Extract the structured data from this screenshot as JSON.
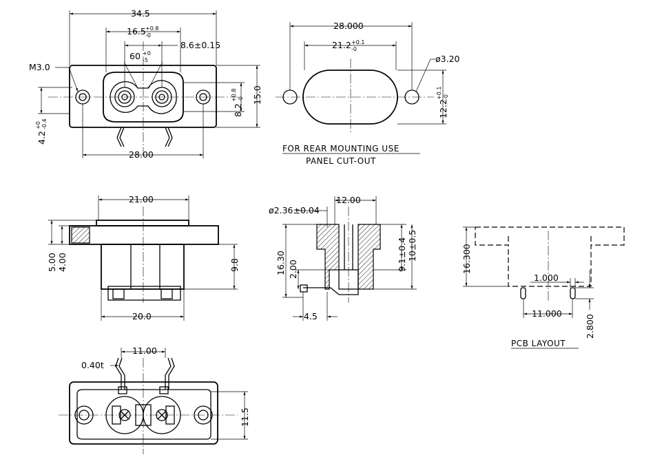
{
  "top_view": {
    "width_total": "34.5",
    "pin_span": "16.5",
    "pin_span_tol_up": "+0.8",
    "pin_span_tol_dn": "-0",
    "pin_gap": "8.6±0.15",
    "angle": "60",
    "angle_tol_up": "+0",
    "angle_tol_dn": "-5",
    "hole": "M3.0",
    "height": "15.0",
    "inner_height": "8.2",
    "inner_height_tol_up": "+0.8",
    "inner_height_tol_dn": "-0",
    "offset": "4.2",
    "offset_tol_up": "+0",
    "offset_tol_dn": "-0.4",
    "mount_span": "28.00"
  },
  "cutout": {
    "hole_span": "28.000",
    "slot_width": "21.2",
    "slot_width_tol_up": "+0.1",
    "slot_width_tol_dn": "-0",
    "hole_dia": "ø3.20",
    "slot_height": "12.2",
    "slot_height_tol_up": "+0.1",
    "slot_height_tol_dn": "-0",
    "caption1": "FOR REAR MOUNTING USE",
    "caption2": "PANEL CUT-OUT"
  },
  "front_view": {
    "top_width": "21.00",
    "bottom_width": "20.0",
    "flange_total": "5.00",
    "flange": "4.00",
    "body_height": "9.8"
  },
  "section_view": {
    "pin_dia": "ø2.36±0.04",
    "top_span": "12.00",
    "height": "16.30",
    "foot": "2.00",
    "inner1": "9.1±0.4",
    "inner2": "10±0.5",
    "base": "4.5"
  },
  "pcb_layout": {
    "height": "16.300",
    "pad": "1.000",
    "pitch": "11.000",
    "pin_len": "2.800",
    "caption": "PCB LAYOUT"
  },
  "bottom_view": {
    "thickness": "0.40t",
    "pin_span": "11.00",
    "height": "11.5"
  }
}
